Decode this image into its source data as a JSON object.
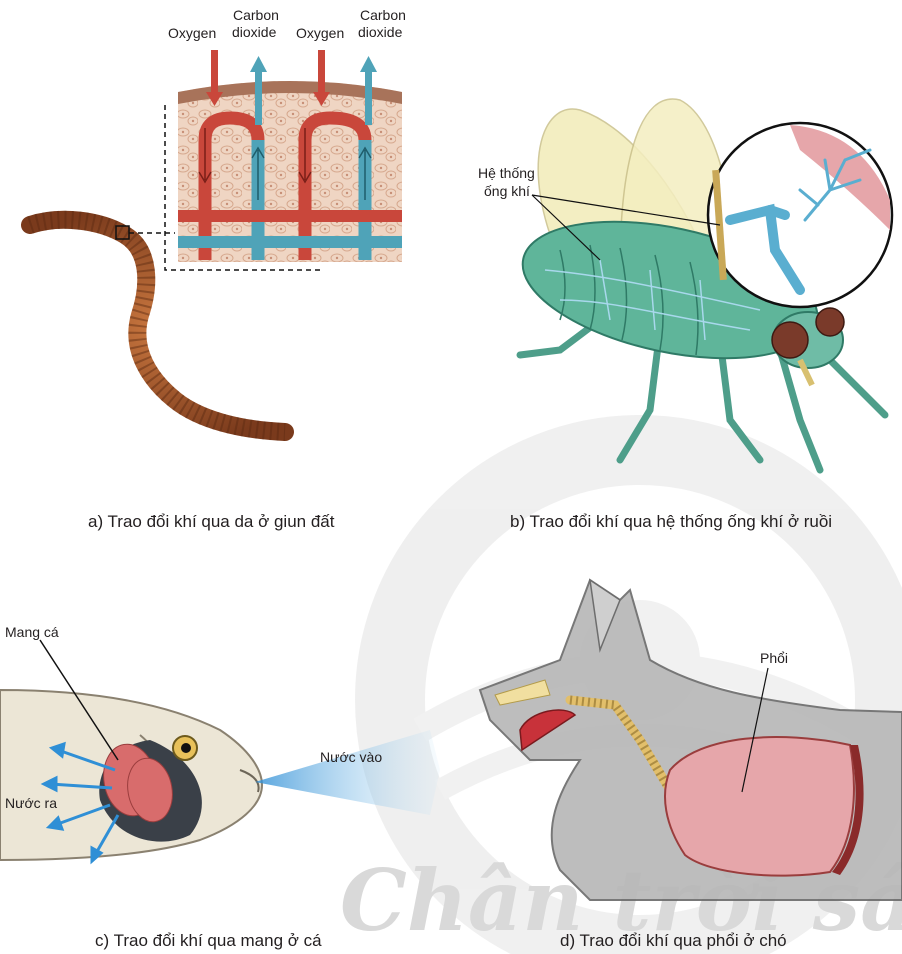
{
  "panel_a": {
    "label_oxygen_1": "Oxygen",
    "label_carbon_1": "Carbon",
    "label_dioxide_1": "dioxide",
    "label_oxygen_2": "Oxygen",
    "label_carbon_2": "Carbon",
    "label_dioxide_2": "dioxide",
    "caption": "a) Trao đổi khí qua da ở giun đất"
  },
  "panel_b": {
    "label_line1": "Hệ thống",
    "label_line2": "ống khí",
    "caption": "b) Trao đổi khí qua hệ thống ống khí ở ruồi"
  },
  "panel_c": {
    "label_gill": "Mang cá",
    "label_water_out": "Nước ra",
    "label_water_in": "Nước vào",
    "caption": "c) Trao đổi khí qua mang ở cá"
  },
  "panel_d": {
    "label_lung": "Phổi",
    "caption": "d) Trao đổi khí qua phổi ở chó"
  },
  "watermark": "Chân trời sáng tạo",
  "colors": {
    "oxygen": "#c9473b",
    "carbon_dioxide": "#4fa3b8",
    "skin": "#e8c6b0",
    "lung": "#e6a6aa",
    "fly_body": "#5fb59a",
    "water": "#5ab0e0"
  }
}
